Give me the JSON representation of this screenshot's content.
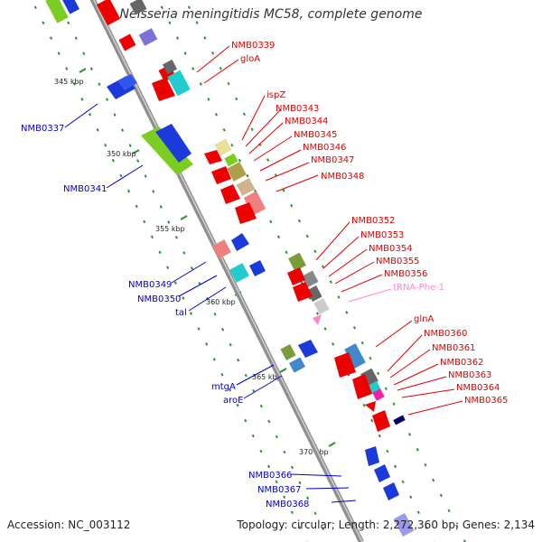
{
  "title": "Neisseria meningitidis MC58, complete genome",
  "footer": {
    "accession": "Accession: NC_003112",
    "topology": "Topology: circular; Length: 2,272,360 bp; Genes: 2,134"
  },
  "colors": {
    "backbone": "#8f8f8f",
    "forward_label": "#e00000",
    "reverse_label": "#0000cc",
    "trna_label": "#ff88cc",
    "tick": "#2f8f2f"
  },
  "kbp_labels": [
    "345 kbp",
    "350 kbp",
    "355 kbp",
    "360 kbp",
    "365 kbp",
    "370 kbp"
  ],
  "forward_genes": [
    "NMB0339",
    "gloA",
    "ispZ",
    "NMB0343",
    "NMB0344",
    "NMB0345",
    "NMB0346",
    "NMB0347",
    "NMB0348",
    "NMB0352",
    "NMB0353",
    "NMB0354",
    "NMB0355",
    "NMB0356",
    "tRNA-Phe-1",
    "glnA",
    "NMB0360",
    "NMB0361",
    "NMB0362",
    "NMB0363",
    "NMB0364",
    "NMB0365"
  ],
  "reverse_genes": [
    "NMB0337",
    "NMB0341",
    "NMB0349",
    "NMB0350",
    "tal",
    "mtgA",
    "aroE",
    "NMB0366",
    "NMB0367",
    "NMB0368"
  ]
}
